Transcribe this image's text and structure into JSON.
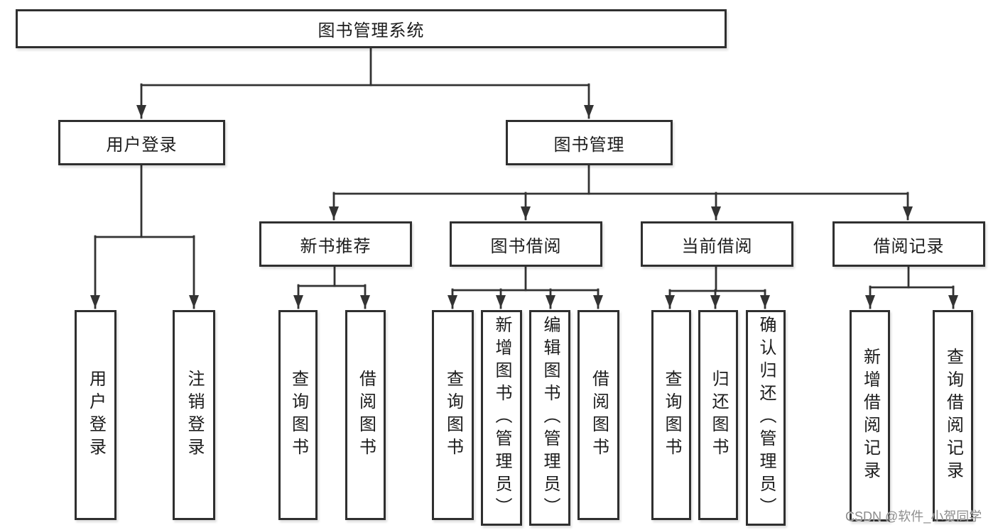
{
  "colors": {
    "line": "#333333",
    "border": "#2f2f2f",
    "text": "#1c1c1c",
    "watermark": "#8d8d8d",
    "bg": "#ffffff"
  },
  "diagram": {
    "title": "图书管理系统",
    "branches": [
      {
        "label": "用户登录",
        "leaves": [
          {
            "label": "用户登录"
          },
          {
            "label": "注销登录"
          }
        ]
      },
      {
        "label": "图书管理",
        "groups": [
          {
            "label": "新书推荐",
            "leaves": [
              {
                "label": "查询图书"
              },
              {
                "label": "借阅图书"
              }
            ]
          },
          {
            "label": "图书借阅",
            "leaves": [
              {
                "label": "查询图书"
              },
              {
                "label": "新增图书（管理员）"
              },
              {
                "label": "编辑图书（管理员）"
              },
              {
                "label": "借阅图书"
              }
            ]
          },
          {
            "label": "当前借阅",
            "leaves": [
              {
                "label": "查询图书"
              },
              {
                "label": "归还图书"
              },
              {
                "label": "确认归还（管理员）"
              }
            ]
          },
          {
            "label": "借阅记录",
            "leaves": [
              {
                "label": "新增借阅记录"
              },
              {
                "label": "查询借阅记录"
              }
            ]
          }
        ]
      }
    ]
  },
  "watermark": {
    "text": "CSDN @软件_小贺同学"
  }
}
